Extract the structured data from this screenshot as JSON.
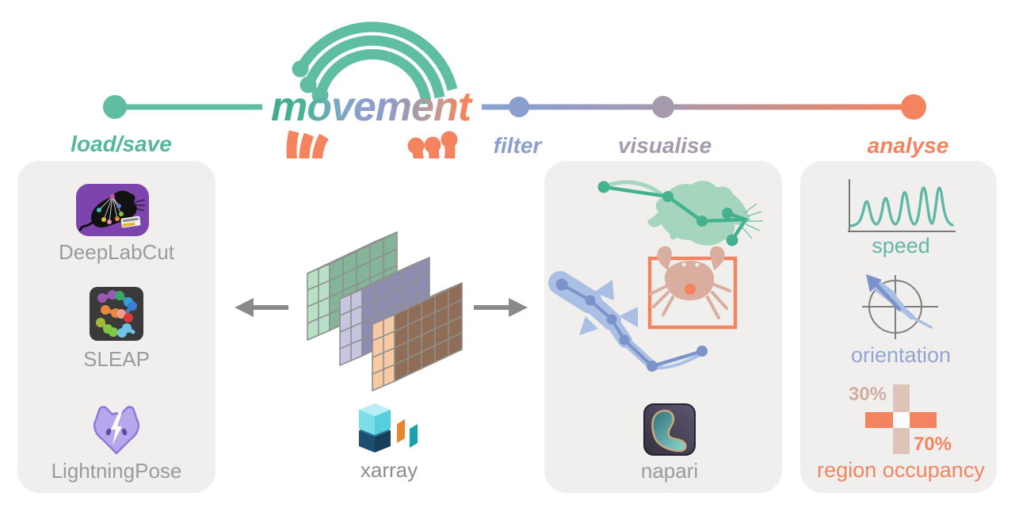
{
  "logo": {
    "wordmark": "movement"
  },
  "pipeline": {
    "stages": [
      {
        "label": "load/save",
        "color": "#53b79c"
      },
      {
        "label": "filter",
        "color": "#8b9fce"
      },
      {
        "label": "visualise",
        "color": "#a69aad"
      },
      {
        "label": "analyse",
        "color": "#f4845f"
      }
    ]
  },
  "load_save_panel": {
    "tools": [
      {
        "name": "DeepLabCut"
      },
      {
        "name": "SLEAP"
      },
      {
        "name": "LightningPose"
      }
    ]
  },
  "data_structure": {
    "label": "xarray"
  },
  "visualise_panel": {
    "tool": "napari"
  },
  "analyse_panel": {
    "metrics": [
      {
        "label": "speed",
        "color": "#53b79c"
      },
      {
        "label": "orientation",
        "color": "#93a5d3"
      },
      {
        "label": "region occupancy",
        "color": "#f4845f"
      }
    ],
    "region_occupancy": {
      "top_value": "30%",
      "bottom_value": "70%"
    }
  },
  "colors": {
    "teal": "#5fbda1",
    "blue": "#8b9fce",
    "mauve": "#a69aad",
    "orange": "#f4845f",
    "panel_bg": "#f0efee",
    "gray_text": "#9b9b9b"
  }
}
